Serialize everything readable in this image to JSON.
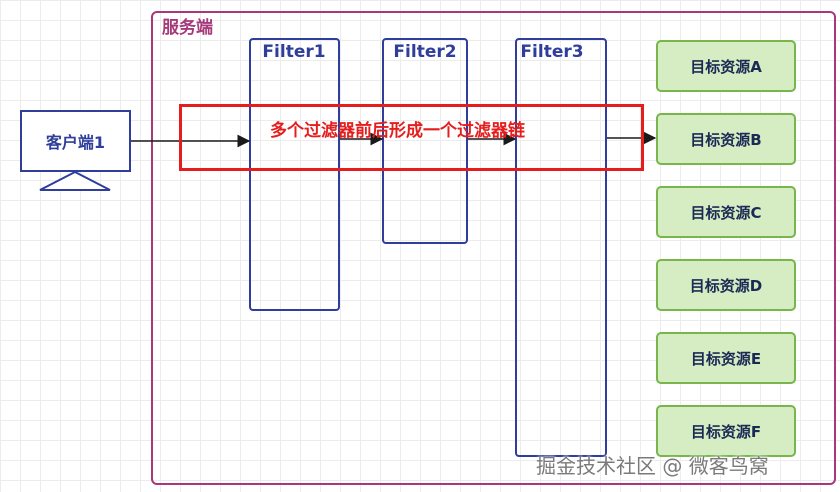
{
  "server": {
    "title": "服务端"
  },
  "client": {
    "label": "客户端1"
  },
  "filters": [
    {
      "label": "Filter1"
    },
    {
      "label": "Filter2"
    },
    {
      "label": "Filter3"
    }
  ],
  "chain": {
    "label": "多个过滤器前后形成一个过滤器链"
  },
  "resources": [
    {
      "label": "目标资源A"
    },
    {
      "label": "目标资源B"
    },
    {
      "label": "目标资源C"
    },
    {
      "label": "目标资源D"
    },
    {
      "label": "目标资源E"
    },
    {
      "label": "目标资源F"
    }
  ],
  "watermark": "掘金技术社区 @ 微客鸟窝",
  "colors": {
    "server_border": "#a6397a",
    "filter_border": "#2e3e9a",
    "chain_border": "#e51d1d",
    "resource_fill": "#d6ecc3",
    "resource_border": "#76b64b"
  }
}
